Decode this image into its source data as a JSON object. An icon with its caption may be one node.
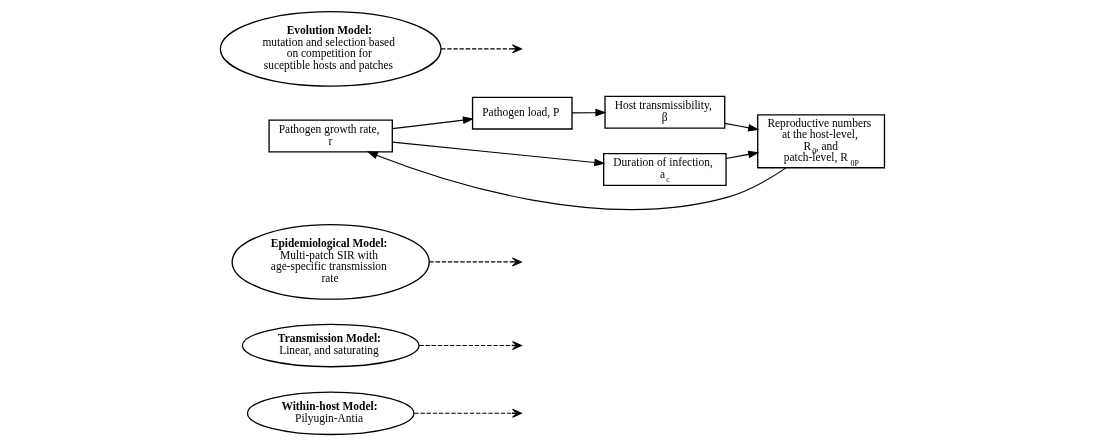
{
  "diagram": {
    "nodes": [
      {
        "text": [
          "Within-host Model:",
          "Pilyugin-Antia"
        ]
      },
      {
        "text": [
          "Transmission Model:",
          "Linear, and saturating"
        ]
      },
      {
        "text": [
          "Epidemiological Model:",
          "Multi-patch SIR with age-specific transmission rate"
        ]
      },
      {
        "text": [
          "Pathogen growth rate, r"
        ]
      },
      {
        "text": [
          "Pathogen load, P"
        ]
      },
      {
        "text": [
          "Host transmissibility, β"
        ]
      },
      {
        "text": [
          "Duration of infection, a$_{c}$"
        ]
      },
      {
        "text": [
          "Reproductive numbers at the host-level, R$_{0}$, and patch-level, R$_{0P}$"
        ]
      },
      {
        "text": [
          "Evolution Model:",
          "mutation and selection based on competition for suceptible hosts and patches"
        ]
      }
    ],
    "edges": [
      {
        "from": 3,
        "to": 4,
        "arrow": "to"
      },
      {
        "from": 3,
        "to": 6,
        "arrow": "to"
      },
      {
        "from": 4,
        "to": 5,
        "arrow": "to"
      },
      {
        "from": 5,
        "to": 7,
        "arrow": "to"
      },
      {
        "from": 6,
        "to": 7,
        "arrow": "to"
      },
      {
        "from": 7,
        "to": 3,
        "arrow": "to"
      },
      {
        "from": 0,
        "to": null,
        "arrow": "to",
        "style": "dashed"
      },
      {
        "from": 1,
        "to": null,
        "arrow": "to",
        "style": "dashed"
      },
      {
        "from": 2,
        "to": null,
        "arrow": "to",
        "style": "dashed"
      },
      {
        "from": 8,
        "to": null,
        "arrow": "to",
        "style": "dashed"
      }
    ]
  }
}
